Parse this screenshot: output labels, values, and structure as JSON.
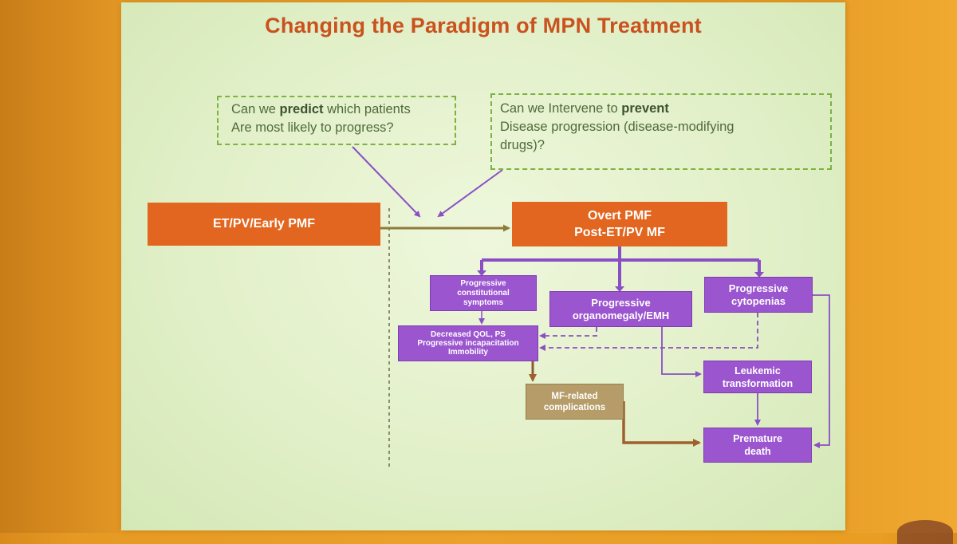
{
  "slide": {
    "title": "Changing the Paradigm of MPN Treatment",
    "question_predict": {
      "line1_pre": "Can we ",
      "line1_bold": "predict",
      "line1_post": " which patients",
      "line2": "Are most likely to progress?"
    },
    "question_prevent": {
      "line1_pre": "Can we Intervene to ",
      "line1_bold": "prevent",
      "line2": "Disease progression (disease-modifying",
      "line3": "drugs)?"
    },
    "boxes": {
      "early": "ET/PV/Early PMF",
      "overt_line1": "Overt PMF",
      "overt_line2": "Post-ET/PV MF",
      "constitutional_line1": "Progressive",
      "constitutional_line2": "constitutional",
      "constitutional_line3": "symptoms",
      "organomegaly_line1": "Progressive",
      "organomegaly_line2": "organomegaly/EMH",
      "cytopenias_line1": "Progressive",
      "cytopenias_line2": "cytopenias",
      "qol_line1": "Decreased QOL, PS",
      "qol_line2": "Progressive incapacitation",
      "qol_line3": "Immobility",
      "leukemic_line1": "Leukemic",
      "leukemic_line2": "transformation",
      "mf_line1": "MF-related",
      "mf_line2": "complications",
      "death_line1": "Premature",
      "death_line2": "death"
    }
  },
  "colors": {
    "title": "#c9521e",
    "orange_box": "#e2661f",
    "purple_box": "#9b55cf",
    "tan_box": "#b59c68",
    "dashed_green": "#7cb241",
    "arrow_purple": "#8a4fc4",
    "arrow_olive": "#8e7a3a"
  }
}
